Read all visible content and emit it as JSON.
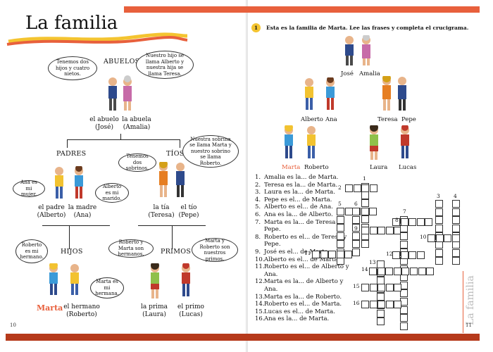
{
  "left_page": {
    "title": "La familia",
    "page_number": "10",
    "headings": {
      "abuelos": "ABUELOS",
      "padres": "PADRES",
      "tios": "TÍOS",
      "hijos": "HIJOS",
      "primos": "PRIMOS"
    },
    "bubbles": {
      "abuelos_left": "Tenemos dos hijos y cuatro nietos.",
      "abuelos_right": "Nuestro hijo se llama Alberto y nuestra hija se llama Teresa.",
      "tios_right": "Nuestra sobrina se llama Marta y nuestro sobrino se llama Roberto.",
      "tios_left": "Tenemos dos sobrinos.",
      "padres_left": "Ana es mi mujer.",
      "padres_right": "Alberto es mi marido.",
      "hijos_left": "Roberto es mi hermano.",
      "primos_left": "Roberto y Marta son hermanos.",
      "primos_right": "Marta y Roberto son nuestros primos.",
      "hijos_right": "Marta es mi hermana."
    },
    "labels": {
      "abuelo": "el abuelo",
      "abuelo_name": "(José)",
      "abuela": "la abuela",
      "abuela_name": "(Amalia)",
      "padre": "el padre",
      "padre_name": "(Alberto)",
      "madre": "la madre",
      "madre_name": "(Ana)",
      "tia": "la tía",
      "tia_name": "(Teresa)",
      "tio": "el tío",
      "tio_name": "(Pepe)",
      "marta": "Marta",
      "hermano": "el hermano",
      "hermano_name": "(Roberto)",
      "prima": "la prima",
      "prima_name": "(Laura)",
      "primo": "el primo",
      "primo_name": "(Lucas)"
    }
  },
  "right_page": {
    "page_number": "11",
    "step_number": "1",
    "instruction": "Esta es la familia de Marta. Lee las frases y completa el crucigrama.",
    "names": {
      "jose": "José",
      "amalia": "Amalia",
      "alberto": "Alberto",
      "ana": "Ana",
      "teresa": "Teresa",
      "pepe": "Pepe",
      "marta": "Marta",
      "roberto": "Roberto",
      "laura": "Laura",
      "lucas": "Lucas"
    },
    "clues": [
      {
        "n": "1.",
        "text": "Amalia es la... de Marta."
      },
      {
        "n": "2.",
        "text": "Teresa es la... de Marta."
      },
      {
        "n": "3.",
        "text": "Laura es la... de Marta."
      },
      {
        "n": "4.",
        "text": "Pepe es el... de Marta."
      },
      {
        "n": "5.",
        "text": "Alberto es el... de Ana."
      },
      {
        "n": "6.",
        "text": "Ana es la... de Alberto."
      },
      {
        "n": "7.",
        "text": "Marta es la... de Teresa y Pepe."
      },
      {
        "n": "8.",
        "text": "Roberto es el... de Teresa y Pepe."
      },
      {
        "n": "9.",
        "text": "José es el... de Marta."
      },
      {
        "n": "10.",
        "text": "Alberto es el... de Marta."
      },
      {
        "n": "11.",
        "text": "Roberto es el... de Alberto y Ana."
      },
      {
        "n": "12.",
        "text": "Marta es la... de Alberto y Ana."
      },
      {
        "n": "13.",
        "text": "Marta es la... de Roberto."
      },
      {
        "n": "14.",
        "text": "Roberto es el... de Marta."
      },
      {
        "n": "15.",
        "text": "Lucas es el... de Marta."
      },
      {
        "n": "16.",
        "text": "Ana es la... de Marta."
      }
    ],
    "crossword_numbers": [
      "1",
      "2",
      "3",
      "4",
      "5",
      "6",
      "7",
      "8",
      "9",
      "10",
      "11",
      "12",
      "13",
      "14",
      "15",
      "16"
    ],
    "side_tab": "La familia"
  },
  "colors": {
    "accent": "#e8603c",
    "dark_accent": "#b63a1b",
    "step_badge": "#f4c430"
  }
}
